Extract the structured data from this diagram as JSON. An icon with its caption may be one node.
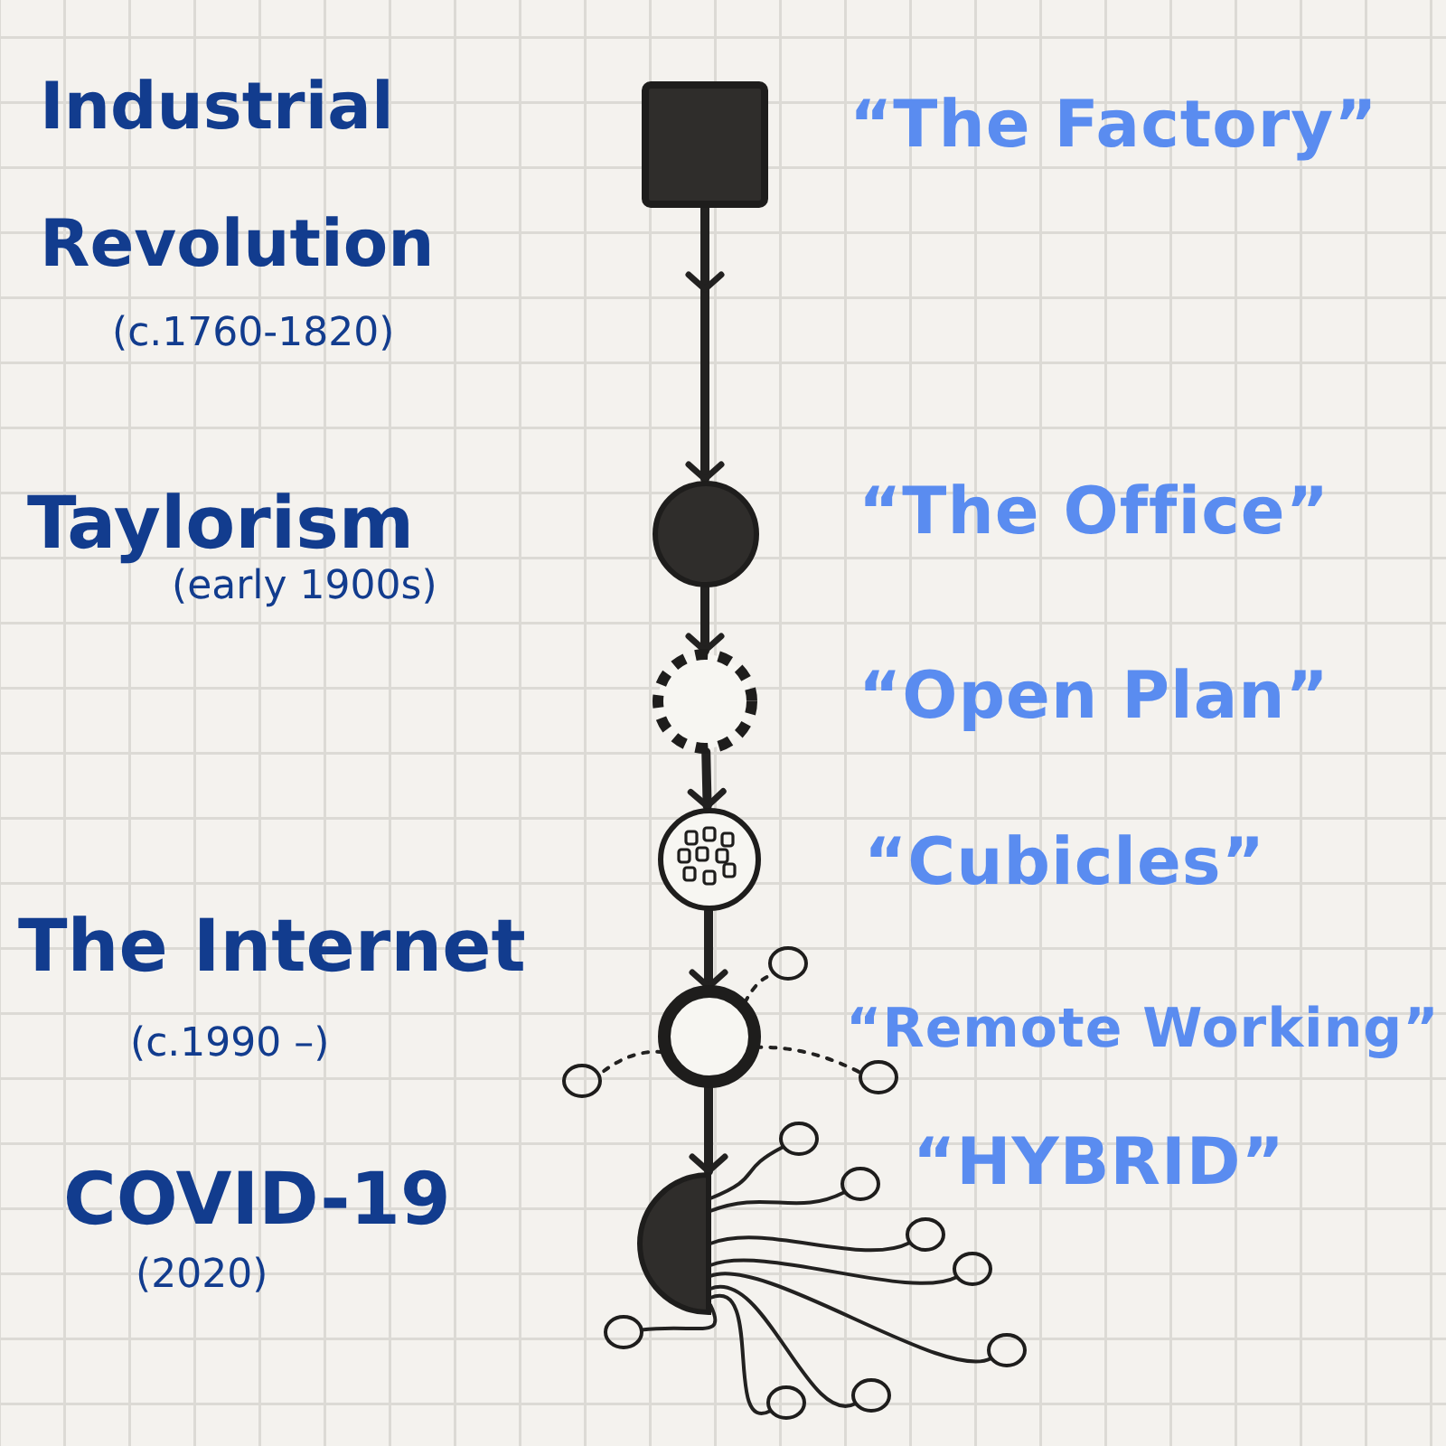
{
  "diagram": {
    "nodes": [
      {
        "text": [],
        "shape": "box",
        "beside": [
          "Industrial Revolution",
          "(c.1760-1820)",
          "“The Factory”"
        ]
      },
      {
        "text": [],
        "shape": "circle",
        "beside": [
          "Taylorism",
          "(early 1900s)",
          "“The Office”"
        ]
      },
      {
        "text": [],
        "shape": "circle",
        "beside": [
          "“Open Plan”"
        ]
      },
      {
        "text": [],
        "shape": "circle",
        "beside": [
          "“Cubicles”"
        ]
      },
      {
        "text": [],
        "shape": "circle",
        "beside": [
          "The Internet",
          "(c.1990 –)"
        ]
      },
      {
        "text": [],
        "shape": "circle"
      },
      {
        "text": [],
        "shape": "circle"
      },
      {
        "text": [],
        "shape": "circle"
      },
      {
        "text": [],
        "shape": "semicircle",
        "beside": [
          "COVID-19",
          "(2020)"
        ]
      },
      {
        "text": [],
        "shape": "circle"
      },
      {
        "text": [],
        "shape": "circle"
      },
      {
        "text": [],
        "shape": "circle"
      },
      {
        "text": [],
        "shape": "circle"
      },
      {
        "text": [],
        "shape": "circle"
      },
      {
        "text": [],
        "shape": "circle"
      },
      {
        "text": [],
        "shape": "circle"
      },
      {
        "text": [],
        "shape": "circle"
      }
    ],
    "edges": [
      {
        "from": 0,
        "to": 1,
        "arrow": "to",
        "style": "thick"
      },
      {
        "from": 1,
        "to": 2,
        "arrow": "to",
        "style": "thick"
      },
      {
        "from": 2,
        "to": 3,
        "arrow": "to",
        "style": "thick"
      },
      {
        "from": 3,
        "to": 4,
        "arrow": "to",
        "style": "thick"
      },
      {
        "from": 4,
        "to": 8,
        "arrow": "to",
        "style": "thick"
      },
      {
        "from": 4,
        "to": 5,
        "arrow": "none",
        "style": "dashed"
      },
      {
        "from": 4,
        "to": 6,
        "arrow": "none",
        "style": "dashed"
      },
      {
        "from": 4,
        "to": 7,
        "arrow": "none",
        "style": "dashed"
      },
      {
        "from": 8,
        "to": 9,
        "arrow": "none"
      },
      {
        "from": 8,
        "to": 10,
        "arrow": "none"
      },
      {
        "from": 8,
        "to": 11,
        "arrow": "none"
      },
      {
        "from": 8,
        "to": 12,
        "arrow": "none"
      },
      {
        "from": 8,
        "to": 13,
        "arrow": "none"
      },
      {
        "from": 8,
        "to": 14,
        "arrow": "none"
      },
      {
        "from": 8,
        "to": 15,
        "arrow": "none"
      },
      {
        "from": 8,
        "to": 16,
        "arrow": "none"
      }
    ],
    "labels": [
      "“Remote Working”",
      "“HYBRID”"
    ]
  }
}
